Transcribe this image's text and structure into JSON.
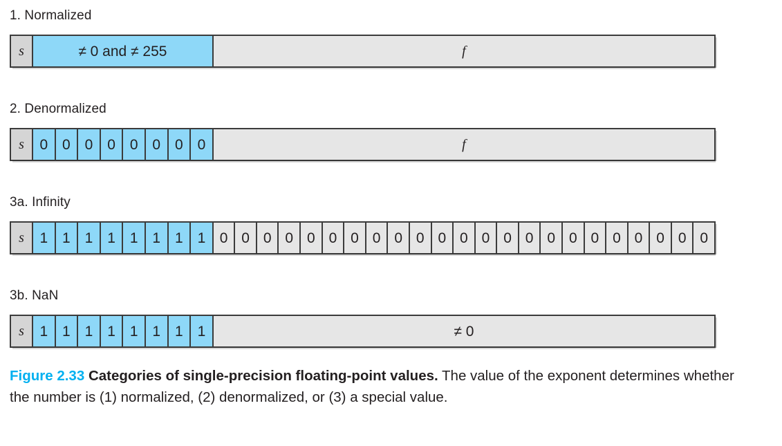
{
  "figure": {
    "number_label": "Figure 2.33",
    "title": "Categories of single-precision floating-point values.",
    "body": "The value of the exponent determines whether the number is (1) normalized, (2) denormalized, or (3) a special value.",
    "accent_color": "#00b0f0",
    "exponent_fill": "#8ed8f8",
    "fraction_fill": "#e6e6e6",
    "sign_fill": "#d5d5d5",
    "border_color": "#3b3b3b"
  },
  "rows": [
    {
      "label": "1. Normalized",
      "sign": "s",
      "exponent_style": "merged",
      "exponent_text": "≠ 0 and ≠ 255",
      "exponent_bits": [],
      "fraction_style": "merged",
      "fraction_text": "f",
      "fraction_bits": []
    },
    {
      "label": "2. Denormalized",
      "sign": "s",
      "exponent_style": "bits",
      "exponent_text": "",
      "exponent_bits": [
        "0",
        "0",
        "0",
        "0",
        "0",
        "0",
        "0",
        "0"
      ],
      "fraction_style": "merged",
      "fraction_text": "f",
      "fraction_bits": []
    },
    {
      "label": "3a. Infinity",
      "sign": "s",
      "exponent_style": "bits",
      "exponent_text": "",
      "exponent_bits": [
        "1",
        "1",
        "1",
        "1",
        "1",
        "1",
        "1",
        "1"
      ],
      "fraction_style": "bits",
      "fraction_text": "",
      "fraction_bits": [
        "0",
        "0",
        "0",
        "0",
        "0",
        "0",
        "0",
        "0",
        "0",
        "0",
        "0",
        "0",
        "0",
        "0",
        "0",
        "0",
        "0",
        "0",
        "0",
        "0",
        "0",
        "0",
        "0"
      ]
    },
    {
      "label": "3b. NaN",
      "sign": "s",
      "exponent_style": "bits",
      "exponent_text": "",
      "exponent_bits": [
        "1",
        "1",
        "1",
        "1",
        "1",
        "1",
        "1",
        "1"
      ],
      "fraction_style": "merged",
      "fraction_text": "≠ 0",
      "fraction_bits": []
    }
  ],
  "geometry": {
    "row_tops": [
      50,
      185,
      320,
      455
    ],
    "label_tops": [
      12,
      147,
      282,
      417
    ]
  }
}
